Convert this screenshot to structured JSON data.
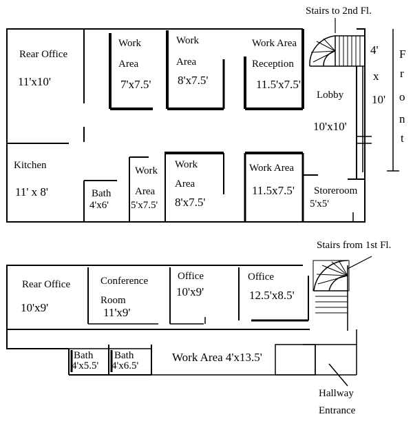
{
  "floor1": {
    "stairs_label": "Stairs to 2nd Fl.",
    "front_label": "Front",
    "front_letters": [
      "F",
      "r",
      "o",
      "n",
      "t"
    ],
    "front_dim": [
      "4'",
      "x",
      "10'"
    ],
    "rooms": {
      "rear_office": {
        "name": "Rear Office",
        "dim": "11'x10'"
      },
      "work_area_1": {
        "name": [
          "Work",
          "Area"
        ],
        "dim": "7'x7.5'"
      },
      "work_area_2": {
        "name": [
          "Work",
          "Area"
        ],
        "dim": "8'x7.5'"
      },
      "reception": {
        "name": [
          "Work Area",
          "Reception"
        ],
        "dim": "11.5'x7.5'"
      },
      "lobby": {
        "name": "Lobby",
        "dim": "10'x10'"
      },
      "kitchen": {
        "name": "Kitchen",
        "dim": "11' x 8'"
      },
      "bath": {
        "name": "Bath",
        "dim": "4'x6'"
      },
      "work_area_3": {
        "name": [
          "Work",
          "Area"
        ],
        "dim": "5'x7.5'"
      },
      "work_area_4": {
        "name": [
          "Work",
          "Area"
        ],
        "dim": "8'x7.5'"
      },
      "work_area_5": {
        "name": "Work Area",
        "dim": "11.5x7.5'"
      },
      "storeroom": {
        "name": "Storeroom",
        "dim": "5'x5'"
      }
    }
  },
  "floor2": {
    "stairs_label": "Stairs from 1st Fl.",
    "entrance_label": [
      "Hallway",
      "Entrance"
    ],
    "rooms": {
      "rear_office": {
        "name": "Rear Office",
        "dim": "10'x9'"
      },
      "conference": {
        "name": [
          "Conference",
          "Room"
        ],
        "dim": "11'x9'"
      },
      "office_1": {
        "name": "Office",
        "dim": "10'x9'"
      },
      "office_2": {
        "name": "Office",
        "dim": "12.5'x8.5'"
      },
      "bath_1": {
        "name": "Bath",
        "dim": "4'x5.5'"
      },
      "bath_2": {
        "name": "Bath",
        "dim": "4'x6.5'"
      },
      "work_area": {
        "name": "Work Area 4'x13.5'"
      }
    }
  },
  "colors": {
    "ink": "#000000",
    "paper": "#ffffff"
  }
}
